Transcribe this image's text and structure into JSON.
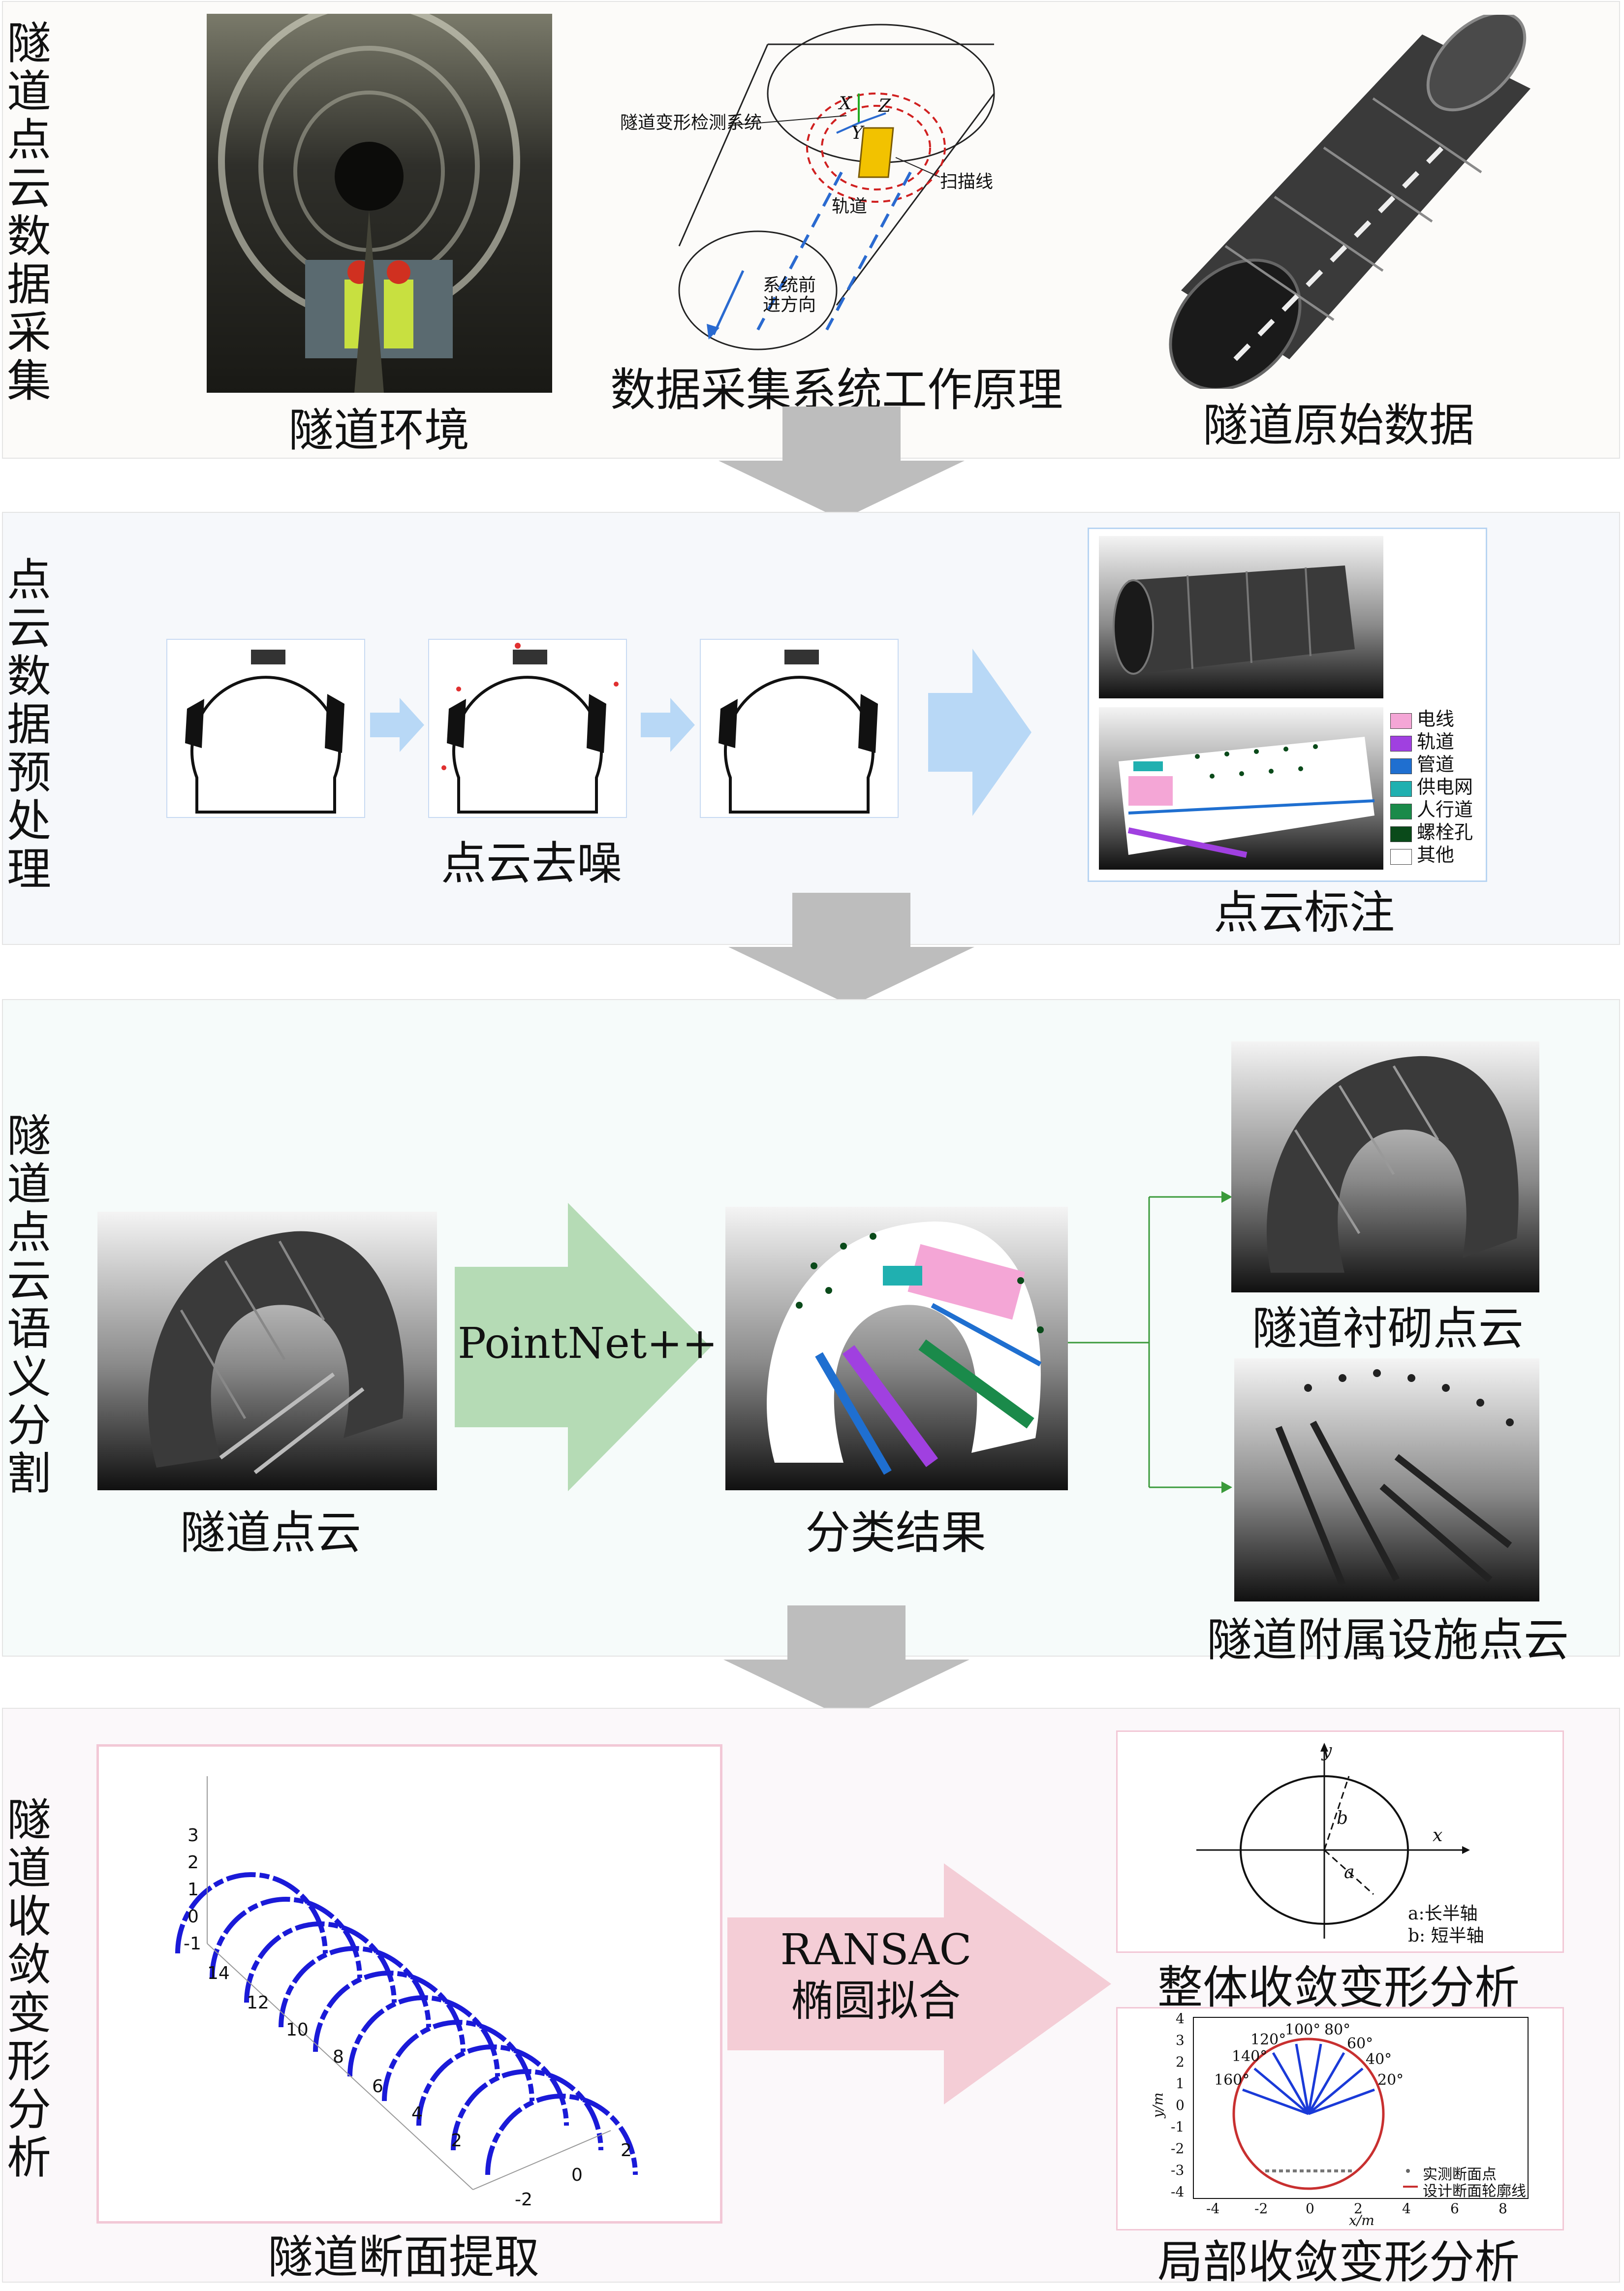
{
  "stages": [
    {
      "title": "隧道点云数据采集",
      "captions": [
        "隧道环境",
        "数据采集系统工作原理",
        "隧道原始数据"
      ],
      "diagram_labels": {
        "system": "隧道变形检测系统",
        "scan_line": "扫描线",
        "track": "轨道",
        "direction": "系统前进方向",
        "axis_x": "X",
        "axis_y": "Y",
        "axis_z": "Z"
      }
    },
    {
      "title": "点云数据预处理",
      "captions": [
        "点云去噪",
        "点云标注"
      ],
      "legend": [
        {
          "label": "电线",
          "color": "#f4a6d6"
        },
        {
          "label": "轨道",
          "color": "#a040e0"
        },
        {
          "label": "管道",
          "color": "#1f6fd0"
        },
        {
          "label": "供电网",
          "color": "#20b0b0"
        },
        {
          "label": "人行道",
          "color": "#1a8a4a"
        },
        {
          "label": "螺栓孔",
          "color": "#0a4a1a"
        },
        {
          "label": "其他",
          "color": "#ffffff"
        }
      ]
    },
    {
      "title": "隧道点云语义分割",
      "captions": [
        "隧道点云",
        "分类结果",
        "隧道衬砌点云",
        "隧道附属设施点云"
      ],
      "method": "PointNet++"
    },
    {
      "title": "隧道收敛变形分析",
      "captions": [
        "隧道断面提取",
        "整体收敛变形分析",
        "局部收敛变形分析"
      ],
      "method": "RANSAC\n椭圆拟合",
      "ellipse_labels": {
        "x": "x",
        "y": "y",
        "a": "a",
        "b": "b",
        "a_desc": "a:长半轴",
        "b_desc": "b: 短半轴"
      },
      "section_plot": {
        "angles": [
          "20°",
          "40°",
          "60°",
          "80°",
          "100°",
          "120°",
          "140°",
          "160°"
        ],
        "y_ticks": [
          "4",
          "3",
          "2",
          "1",
          "0",
          "-1",
          "-2",
          "-3",
          "-4"
        ],
        "x_ticks": [
          "-4",
          "-2",
          "0",
          "2",
          "4",
          "6",
          "8"
        ],
        "xlabel": "x/m",
        "ylabel": "y/m",
        "legend": [
          "实测断面点",
          "设计断面轮廓线"
        ]
      },
      "plot3d": {
        "z_ticks": [
          "3",
          "2",
          "1",
          "0",
          "-1"
        ],
        "depth_ticks": [
          "14",
          "12",
          "10",
          "8",
          "6",
          "4",
          "2"
        ],
        "x_ticks": [
          "-2",
          "0",
          "2"
        ]
      }
    }
  ]
}
